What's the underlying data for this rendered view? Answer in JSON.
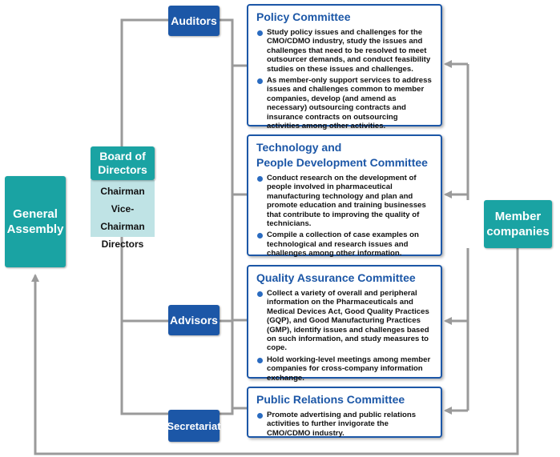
{
  "general_assembly": {
    "line1": "General",
    "line2": "Assembly"
  },
  "board": {
    "line1": "Board of",
    "line2": "Directors",
    "members": [
      "Chairman",
      "Vice-Chairman",
      "Directors"
    ]
  },
  "auditors": "Auditors",
  "advisors": "Advisors",
  "secretariat": "Secretariat",
  "member_companies": {
    "line1": "Member",
    "line2": "companies"
  },
  "committees": [
    {
      "title_line1": "Policy Committee",
      "title_line2": "",
      "items": [
        "Study policy issues and challenges for the CMO/CDMO industry, study the issues and challenges that need to be resolved to meet outsourcer demands, and conduct feasibility studies on these issues and challenges.",
        "As member-only support services to address issues and challenges common to member companies, develop (and amend as necessary) outsourcing contracts and insurance contracts on outsourcing activities among other activities."
      ]
    },
    {
      "title_line1": "Technology and",
      "title_line2": "People Development Committee",
      "items": [
        "Conduct research on the development of people involved in pharmaceutical manufacturing technology and plan and promote education and training businesses that contribute to improving the quality of technicians.",
        "Compile a collection of case examples on technological and research issues and challenges among other information."
      ]
    },
    {
      "title_line1": "Quality Assurance Committee",
      "title_line2": "",
      "items": [
        "Collect a variety of overall and peripheral information on the Pharmaceuticals and Medical Devices Act, Good Quality Practices (GQP), and Good Manufacturing Practices (GMP), identify issues and challenges based on such information, and study measures to cope.",
        "Hold working-level meetings among member companies for cross-company information exchange."
      ]
    },
    {
      "title_line1": "Public Relations Committee",
      "title_line2": "",
      "items": [
        "Promote advertising and public relations activities to further invigorate the CMO/CDMO industry."
      ]
    }
  ],
  "colors": {
    "teal": "#1aa3a3",
    "blue": "#1c57a7",
    "light_teal": "#bfe3e5",
    "line": "#9a9a9a"
  }
}
